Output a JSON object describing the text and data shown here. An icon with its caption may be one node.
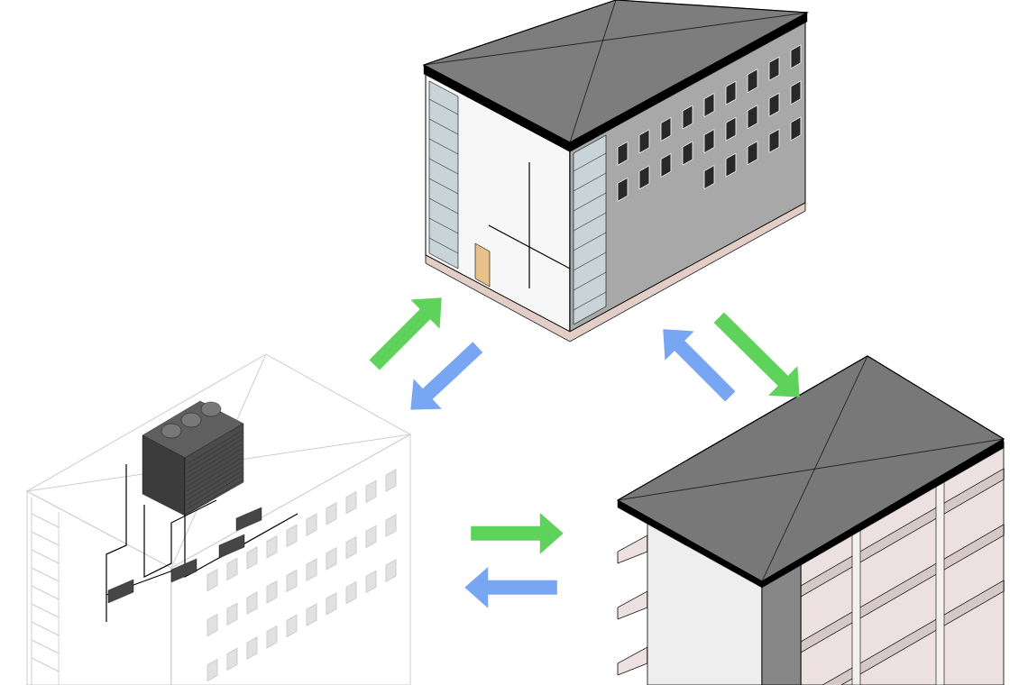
{
  "diagram": {
    "nodes": [
      {
        "text": [],
        "shape": "picture"
      },
      {
        "text": [],
        "shape": "picture"
      },
      {
        "text": [],
        "shape": "picture"
      }
    ],
    "edges": [
      {
        "from": 1,
        "to": 0,
        "arrow": "to",
        "color": "#5ed25a"
      },
      {
        "from": 0,
        "to": 1,
        "arrow": "to",
        "color": "#78a6f2"
      },
      {
        "from": 0,
        "to": 2,
        "arrow": "to",
        "color": "#5ed25a"
      },
      {
        "from": 2,
        "to": 0,
        "arrow": "to",
        "color": "#78a6f2"
      },
      {
        "from": 1,
        "to": 2,
        "arrow": "to",
        "color": "#5ed25a"
      },
      {
        "from": 2,
        "to": 1,
        "arrow": "to",
        "color": "#78a6f2"
      }
    ]
  }
}
